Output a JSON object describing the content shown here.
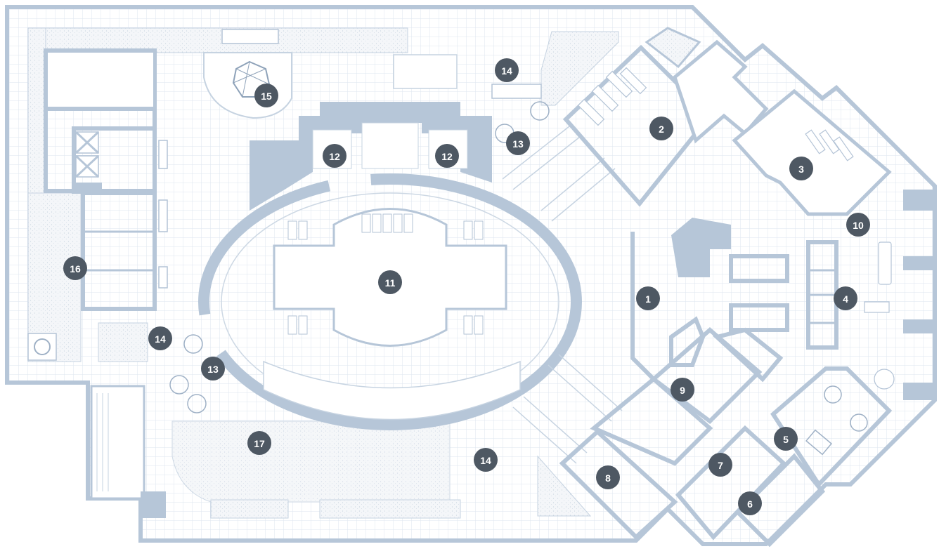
{
  "map": {
    "palette": {
      "background": "#ffffff",
      "grid": "#dde6ef",
      "walls": "#b6c6d8",
      "floor": "#f6f8fb",
      "marker_fill": "#4e5863",
      "marker_text": "#ffffff"
    },
    "markers": [
      {
        "id": "m1",
        "label": "1"
      },
      {
        "id": "m2",
        "label": "2"
      },
      {
        "id": "m3",
        "label": "3"
      },
      {
        "id": "m4",
        "label": "4"
      },
      {
        "id": "m5",
        "label": "5"
      },
      {
        "id": "m6",
        "label": "6"
      },
      {
        "id": "m7",
        "label": "7"
      },
      {
        "id": "m8",
        "label": "8"
      },
      {
        "id": "m9",
        "label": "9"
      },
      {
        "id": "m10",
        "label": "10"
      },
      {
        "id": "m11",
        "label": "11"
      },
      {
        "id": "m12a",
        "label": "12"
      },
      {
        "id": "m12b",
        "label": "12"
      },
      {
        "id": "m13a",
        "label": "13"
      },
      {
        "id": "m13b",
        "label": "13"
      },
      {
        "id": "m14a",
        "label": "14"
      },
      {
        "id": "m14b",
        "label": "14"
      },
      {
        "id": "m14c",
        "label": "14"
      },
      {
        "id": "m15",
        "label": "15"
      },
      {
        "id": "m16",
        "label": "16"
      },
      {
        "id": "m17",
        "label": "17"
      }
    ]
  }
}
